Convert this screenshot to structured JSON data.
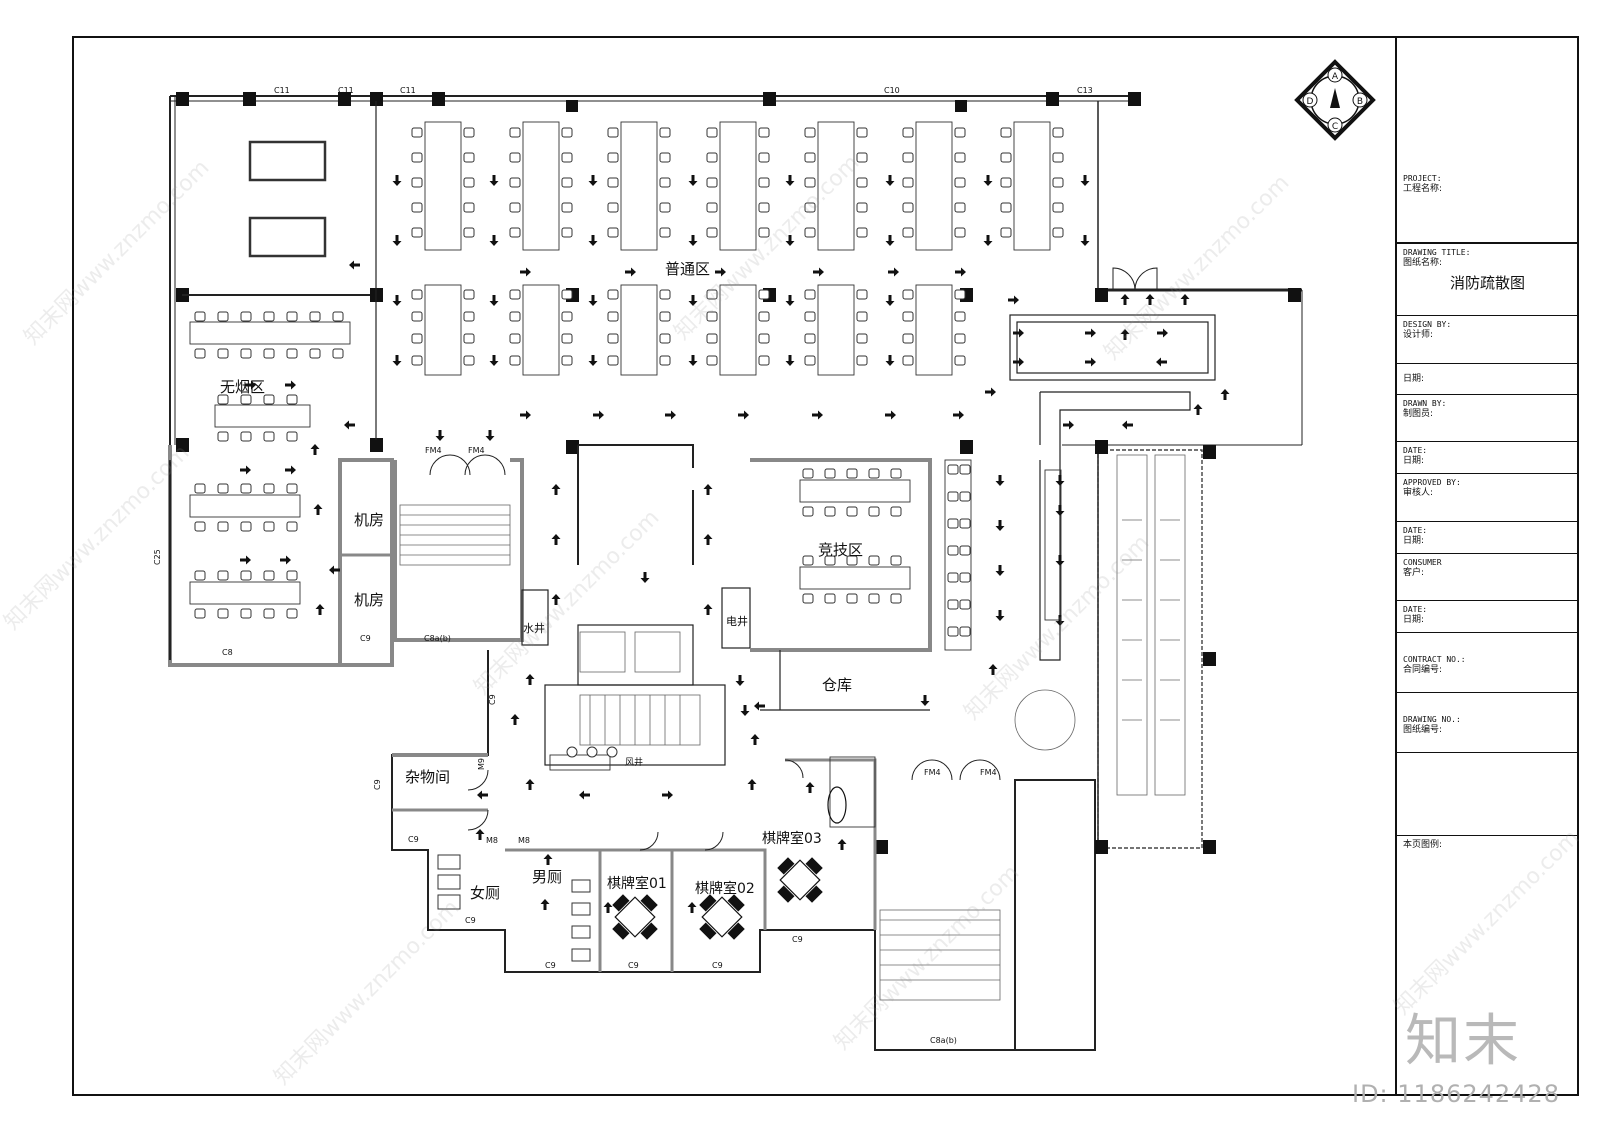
{
  "title_block": {
    "project_en": "PROJECT:",
    "project_cn": "工程名称:",
    "drawing_title_en": "DRAWING TITLE:",
    "drawing_title_cn": "图纸名称:",
    "drawing_title_value": "消防疏散图",
    "design_en": "DESIGN BY:",
    "design_cn": "设计师:",
    "date_cn_1": "日期:",
    "drawn_en": "DRAWN BY:",
    "drawn_cn": "制图员:",
    "date_en_2": "DATE:",
    "date_cn_2": "日期:",
    "approved_en": "APPROVED BY:",
    "approved_cn": "审核人:",
    "date_en_3": "DATE:",
    "date_cn_3": "日期:",
    "consumer_en": "CONSUMER",
    "consumer_cn": "客户:",
    "date_en_4": "DATE:",
    "date_cn_4": "日期:",
    "contract_en": "CONTRACT NO.:",
    "contract_cn": "合同编号:",
    "drawing_no_en": "DRAWING NO.:",
    "drawing_no_cn": "图纸编号:",
    "legend_cn": "本页图例:"
  },
  "compass": {
    "a": "A",
    "b": "B",
    "c": "C",
    "d": "D"
  },
  "rooms": {
    "general": "普通区",
    "nosmoking": "无烟区",
    "compete": "竞技区",
    "machine1": "机房",
    "machine2": "机房",
    "water": "水井",
    "elec": "电井",
    "storage": "仓库",
    "sundry": "杂物间",
    "women": "女厕",
    "men": "男厕",
    "room01": "棋牌室01",
    "room02": "棋牌室02",
    "room03": "棋牌室03",
    "wind": "风井"
  },
  "labels": {
    "c11a": "C11",
    "c11b": "C11",
    "c11c": "C11",
    "c10": "C10",
    "c13": "C13",
    "c25": "C25",
    "c8": "C8",
    "c9a": "C9",
    "c8ab1": "C8a(b)",
    "fm4a": "FM4",
    "fm4b": "FM4",
    "c9b": "C9",
    "c9c": "C9",
    "m9": "M9",
    "m8a": "M8",
    "m8b": "M8",
    "c9d": "C9",
    "c9e": "C9",
    "c9f": "C9",
    "c9g": "C9",
    "c9h": "C9",
    "c9i": "C9",
    "fm4c": "FM4",
    "fm4d": "FM4",
    "c8ab2": "C8a(b)"
  },
  "watermark": "知末网www.znzmo.com",
  "logo": "知末",
  "id_label": "ID: 1186242428"
}
